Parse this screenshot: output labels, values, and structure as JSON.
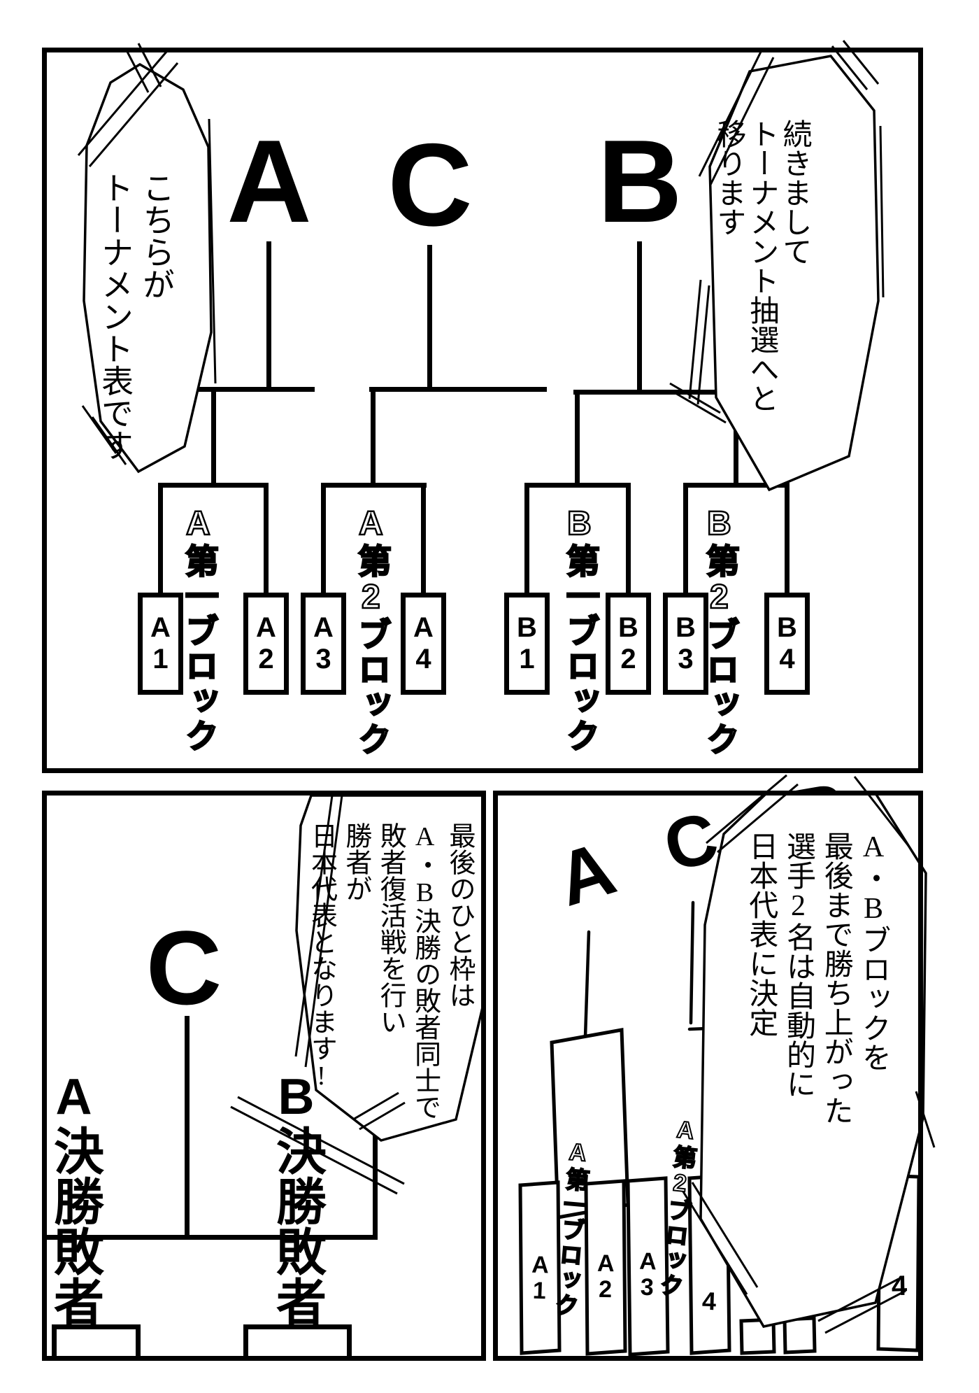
{
  "colors": {
    "paper": "#ffffff",
    "ink": "#000000"
  },
  "panel1": {
    "bubble_left_text": "こちらが\nトーナメント表です",
    "bubble_right_text": "続きまして\nトーナメント抽選へと\n移ります",
    "letter_a": "A",
    "letter_c": "C",
    "letter_b": "B",
    "label_block_a1": "A第一ブロック",
    "label_block_a2": "A第2ブロック",
    "label_block_b1": "B第一ブロック",
    "label_block_b2": "B第2ブロック",
    "slots": [
      "A\n1",
      "A\n2",
      "A\n3",
      "A\n4",
      "B\n1",
      "B\n2",
      "B\n3",
      "B\n4"
    ]
  },
  "panel2": {
    "bubble_text": "最後のひと枠は\nA・B決勝の敗者同士で\n敗者復活戦を行い\n勝者が\n日本代表となります!",
    "letter_c": "C",
    "label_a_final_loser": "A決勝敗者",
    "label_b_final_loser": "B決勝敗者"
  },
  "panel3": {
    "letter_a": "A",
    "letter_c": "C",
    "letter_b": "B",
    "bubble_text": "A・Bブロックを\n最後まで勝ち上がった\n選手2名は自動的に\n日本代表に決定",
    "label_block_a1": "A第一ブロック",
    "label_block_a2": "A第2ブロック",
    "slots": [
      "A\n1",
      "A\n2",
      "A\n3",
      "4",
      "4"
    ]
  }
}
